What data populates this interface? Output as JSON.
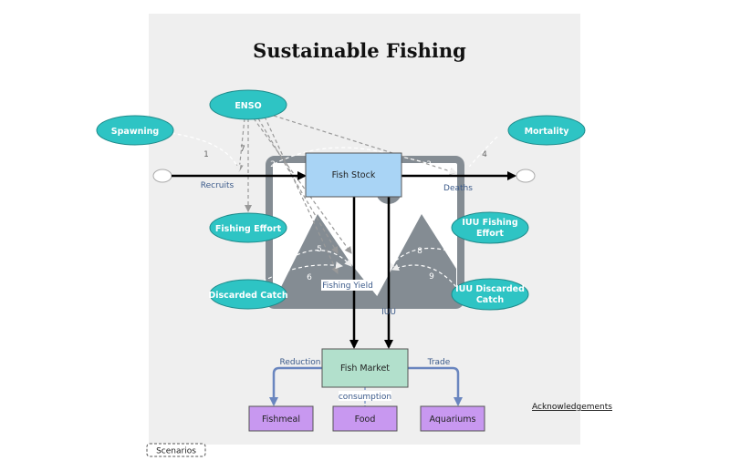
{
  "title": "Sustainable Fishing",
  "stock": {
    "label": "Fish Stock"
  },
  "market": {
    "label": "Fish Market"
  },
  "variables": {
    "enso": "ENSO",
    "spawning": "Spawning",
    "mortality": "Mortality",
    "fishing_effort": "Fishing Effort",
    "iuu_fishing_effort_line1": "IUU Fishing",
    "iuu_fishing_effort_line2": "Effort",
    "discarded_catch": "Discarded Catch",
    "iuu_discarded_catch_line1": "IUU Discarded",
    "iuu_discarded_catch_line2": "Catch"
  },
  "flows": {
    "recruits": "Recruits",
    "deaths": "Deaths",
    "fishing_yield": "Fishing Yield",
    "iuu": "IUU",
    "reduction": "Reduction",
    "consumption": "consumption",
    "trade": "Trade"
  },
  "outputs": {
    "fishmeal": "Fishmeal",
    "food": "Food",
    "aquariums": "Aquariums"
  },
  "loop_numbers": [
    "1",
    "2",
    "3",
    "4",
    "5",
    "6",
    "7",
    "8",
    "9"
  ],
  "links": {
    "acknowledgements": "Acknowledgements"
  },
  "buttons": {
    "scenarios": "Scenarios"
  },
  "colors": {
    "panel": "#efefef",
    "teal": "#2ec4c4",
    "stock_fill": "#a9d4f5",
    "market_fill": "#b2e0cc",
    "output_fill": "#c898f0",
    "mountain": "#848c93",
    "blue_arrow": "#6a86bf"
  }
}
